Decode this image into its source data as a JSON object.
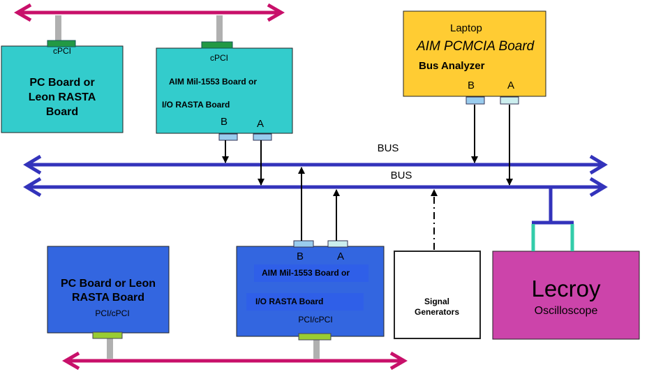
{
  "colors": {
    "bus": "#3333bb",
    "ethernet": "#c8106a",
    "teal_board": "#33cccc",
    "blue_board": "#3366e0",
    "laptop": "#ffcc33",
    "lecroy": "#cc44aa",
    "connector_green": "#229944",
    "connector_light": "#99ccee"
  },
  "buses": [
    {
      "label": "BUS"
    },
    {
      "label": "BUS"
    }
  ],
  "pc_board_top": {
    "connector": "cPCI",
    "title_lines": [
      "PC Board or",
      "Leon RASTA",
      "Board"
    ]
  },
  "aim_board_top": {
    "connector": "cPCI",
    "line1": "AIM Mil-1553 Board or",
    "line2": "I/O RASTA Board",
    "port_b": "B",
    "port_a": "A"
  },
  "laptop": {
    "line1": "Laptop",
    "line2": "AIM PCMCIA Board",
    "line3": "Bus Analyzer",
    "port_b": "B",
    "port_a": "A"
  },
  "pc_board_bottom": {
    "title_lines": [
      "PC Board or Leon",
      "RASTA Board"
    ],
    "connector": "PCI/cPCI"
  },
  "aim_board_bottom": {
    "port_b": "B",
    "port_a": "A",
    "line1": "AIM Mil-1553 Board or",
    "line2": "I/O RASTA Board",
    "connector": "PCI/cPCI"
  },
  "signal_generators": {
    "title_lines": [
      "Signal",
      "Generators"
    ]
  },
  "lecroy": {
    "title": "Lecroy",
    "subtitle": "Oscilloscope"
  }
}
